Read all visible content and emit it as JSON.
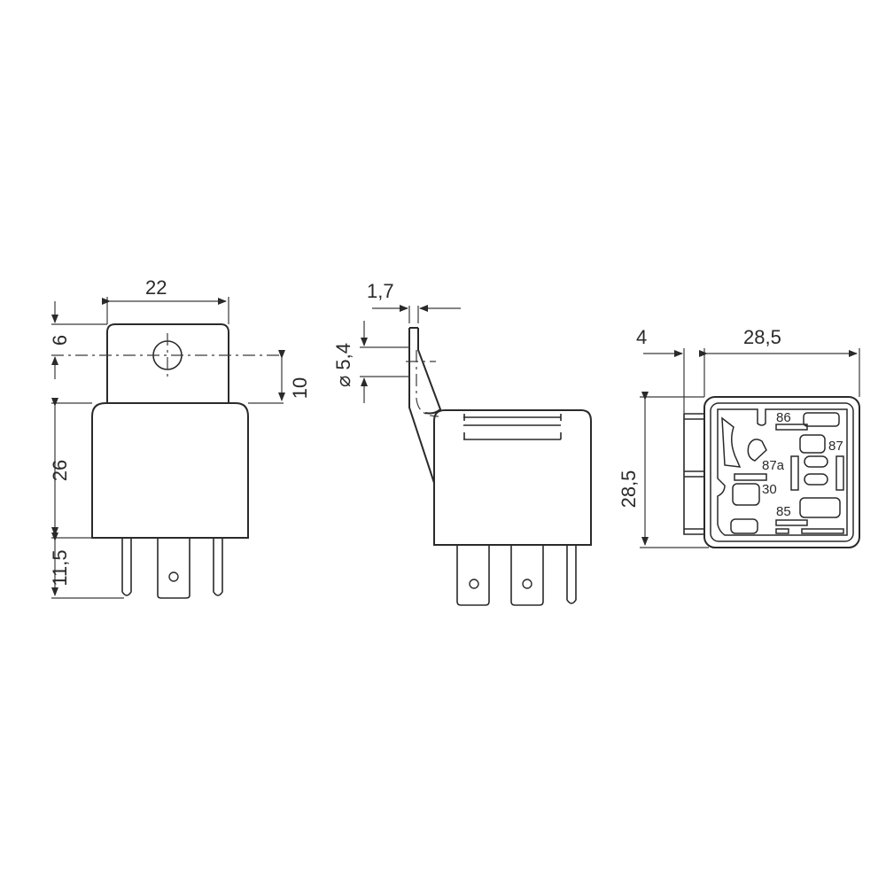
{
  "drawing": {
    "subject": "Automotive relay dimension drawing",
    "units": "mm",
    "views": {
      "front": {
        "dimensions": {
          "width": "22",
          "bracket_top_to_hole": "6",
          "hole_to_body": "10",
          "body_height": "26",
          "pin_length": "11,5"
        }
      },
      "side": {
        "dimensions": {
          "bracket_thickness": "1,7",
          "hole_diameter": "⌀ 5,4"
        }
      },
      "bottom": {
        "dimensions": {
          "bracket_offset": "4",
          "width": "28,5",
          "height": "28,5"
        },
        "pin_labels": [
          "86",
          "87",
          "87a",
          "30",
          "85"
        ]
      }
    }
  }
}
